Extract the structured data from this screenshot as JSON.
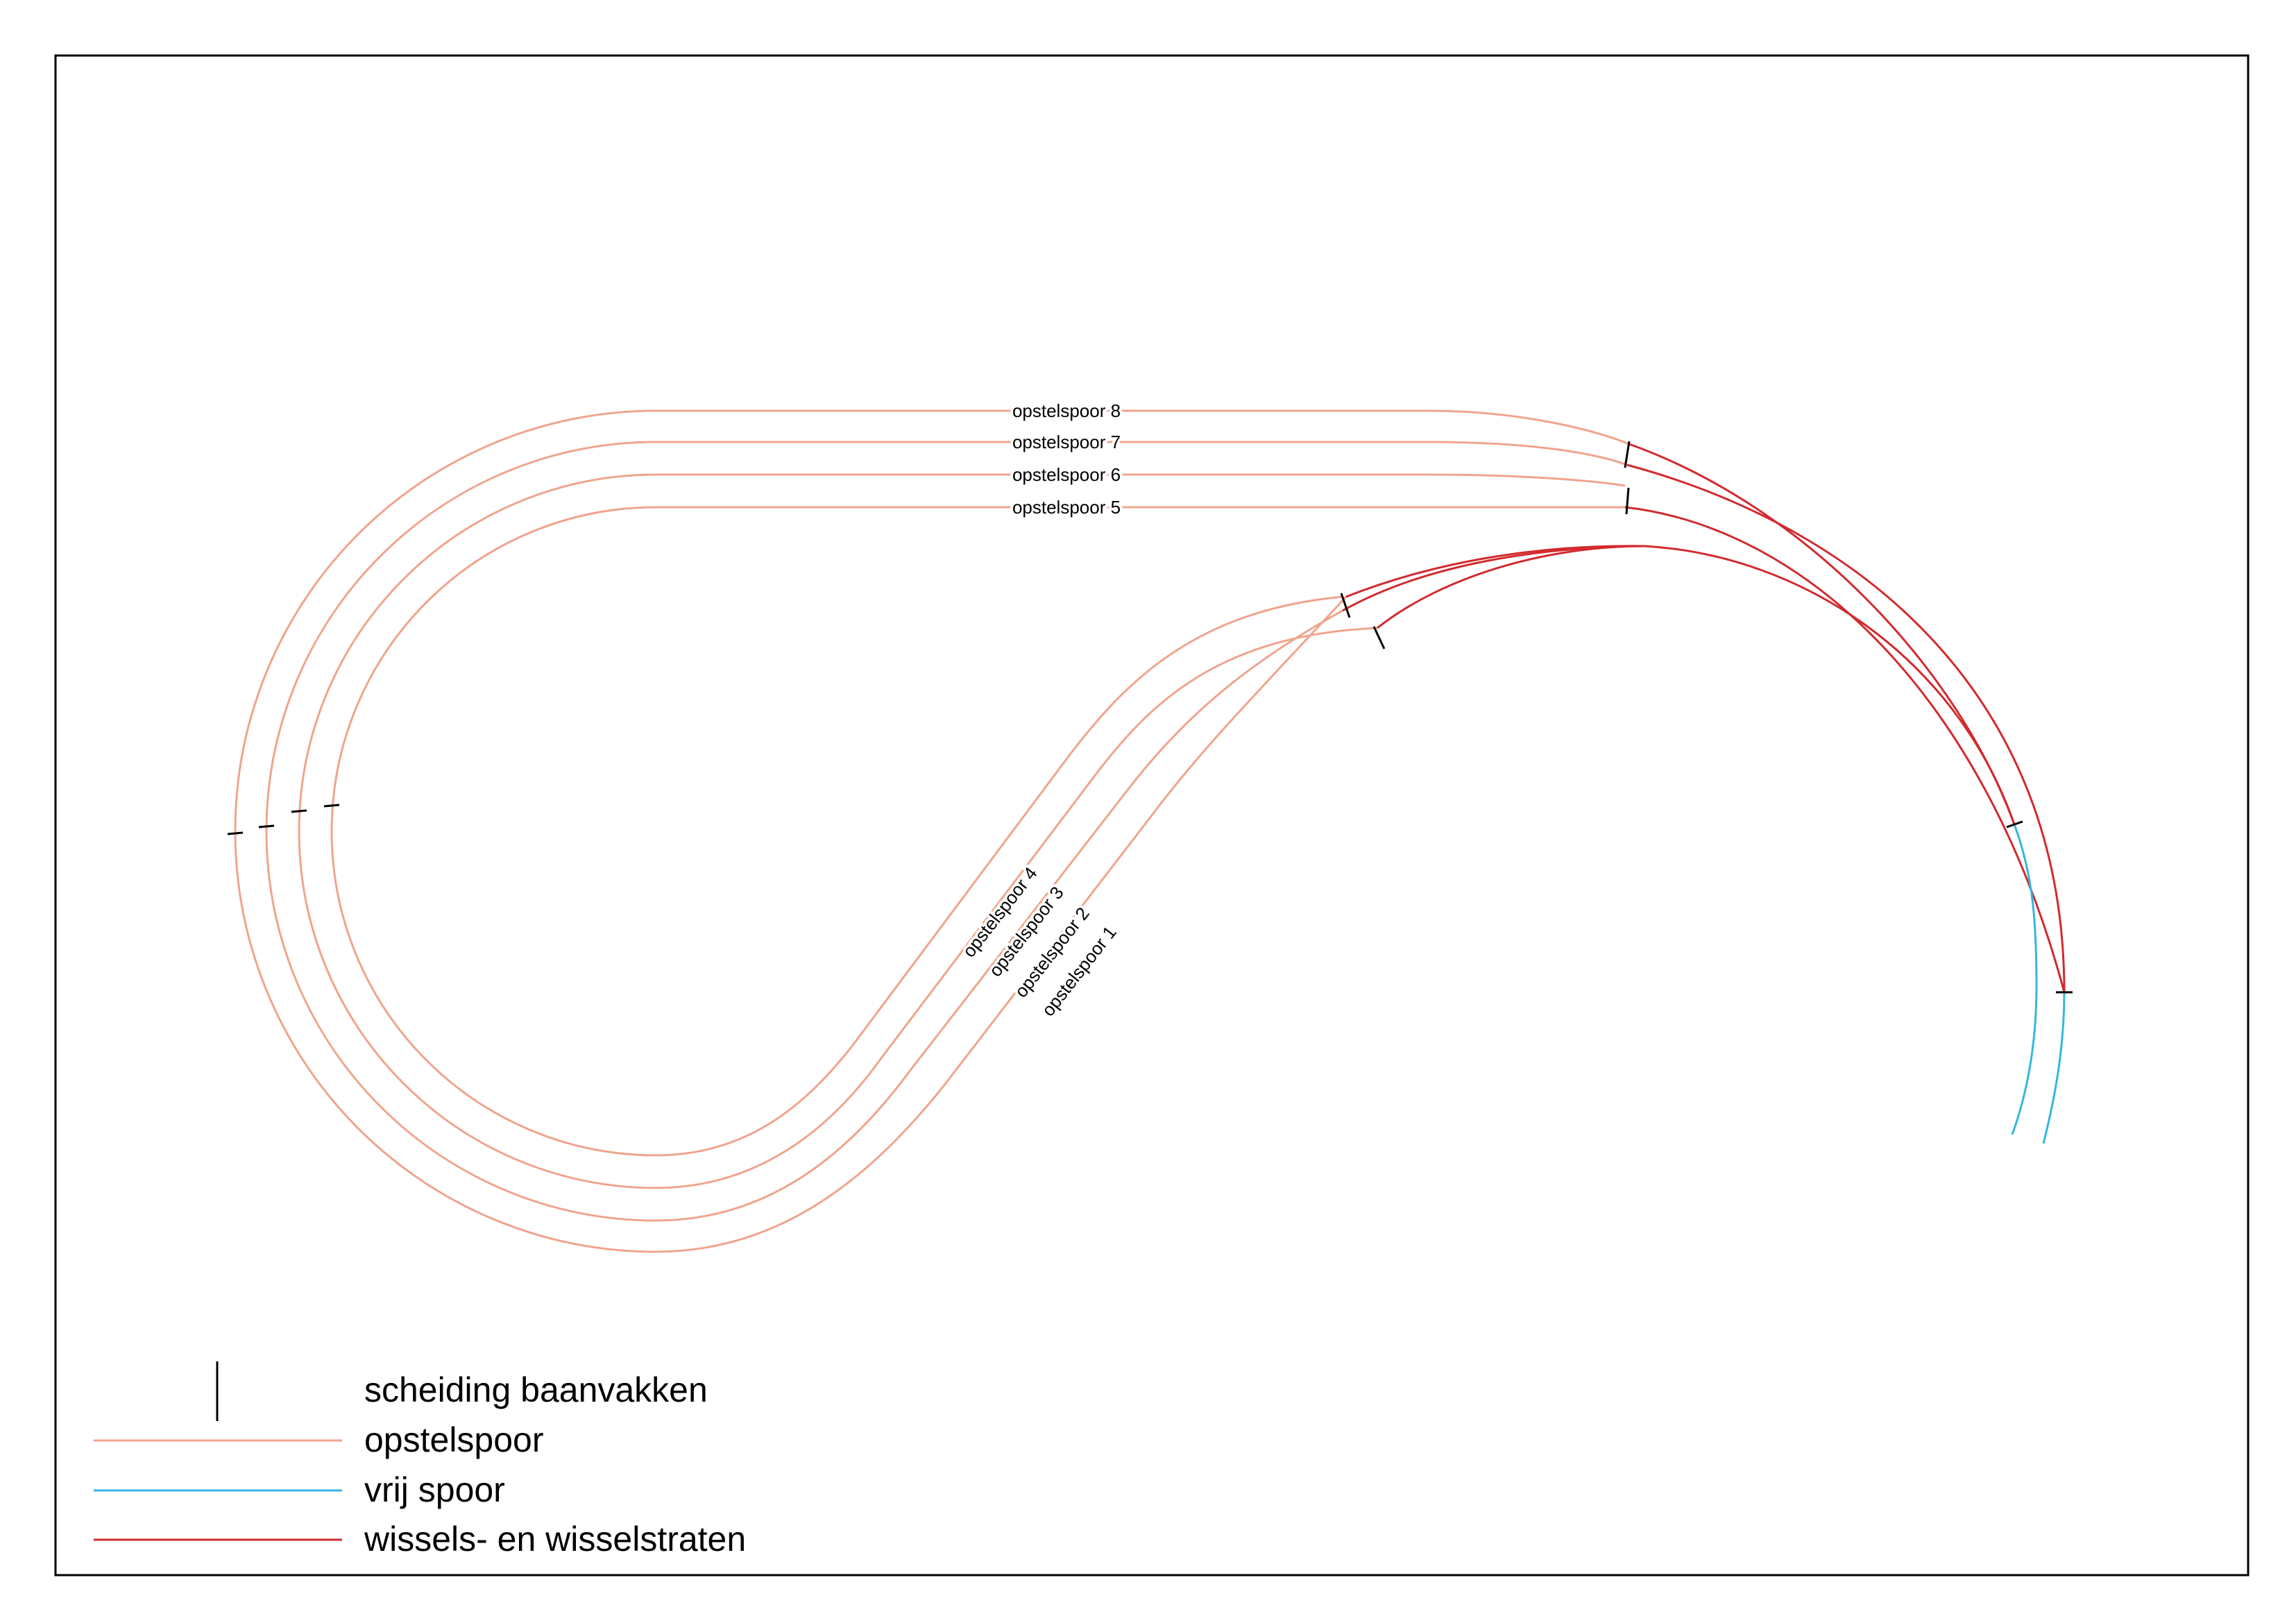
{
  "colors": {
    "opstelspoor": "#f0a48c",
    "vrij_spoor": "#35b6df",
    "wissels": "#d22a2e",
    "separator": "#000000",
    "frame": "#000000"
  },
  "tracks": {
    "opstelspoor_8": "opstelspoor 8",
    "opstelspoor_7": "opstelspoor 7",
    "opstelspoor_6": "opstelspoor 6",
    "opstelspoor_5": "opstelspoor 5",
    "opstelspoor_4": "opstelspoor 4",
    "opstelspoor_3": "opstelspoor 3",
    "opstelspoor_2": "opstelspoor 2",
    "opstelspoor_1": "opstelspoor 1"
  },
  "legend": {
    "scheiding": "scheiding baanvakken",
    "opstelspoor": "opstelspoor",
    "vrij_spoor": "vrij spoor",
    "wissels": "wissels- en wisselstraten"
  }
}
